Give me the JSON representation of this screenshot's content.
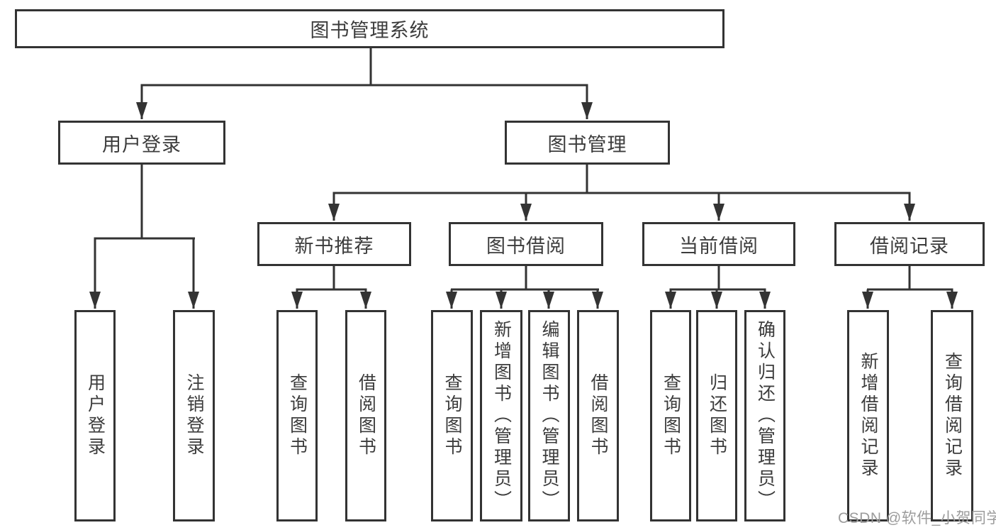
{
  "diagram": {
    "type": "hierarchy-tree",
    "tree": {
      "root": {
        "label": "图书管理系统",
        "children": [
          {
            "label": "用户登录",
            "children": [
              {
                "label": "用户登录"
              },
              {
                "label": "注销登录"
              }
            ]
          },
          {
            "label": "图书管理",
            "children": [
              {
                "label": "新书推荐",
                "children": [
                  {
                    "label": "查询图书"
                  },
                  {
                    "label": "借阅图书"
                  }
                ]
              },
              {
                "label": "图书借阅",
                "children": [
                  {
                    "label": "查询图书"
                  },
                  {
                    "label": "新增图书（管理员）"
                  },
                  {
                    "label": "编辑图书（管理员）"
                  },
                  {
                    "label": "借阅图书"
                  }
                ]
              },
              {
                "label": "当前借阅",
                "children": [
                  {
                    "label": "查询图书"
                  },
                  {
                    "label": "归还图书"
                  },
                  {
                    "label": "确认归还（管理员）"
                  }
                ]
              },
              {
                "label": "借阅记录",
                "children": [
                  {
                    "label": "新增借阅记录"
                  },
                  {
                    "label": "查询借阅记录"
                  }
                ]
              }
            ]
          }
        ]
      }
    }
  },
  "watermark": "CSDN @软件_小贺同学",
  "colors": {
    "line": "#333333",
    "text": "#3c3c3c",
    "box_fill": "#ffffff",
    "watermark": "#9c9c9c",
    "background": "#ffffff"
  }
}
